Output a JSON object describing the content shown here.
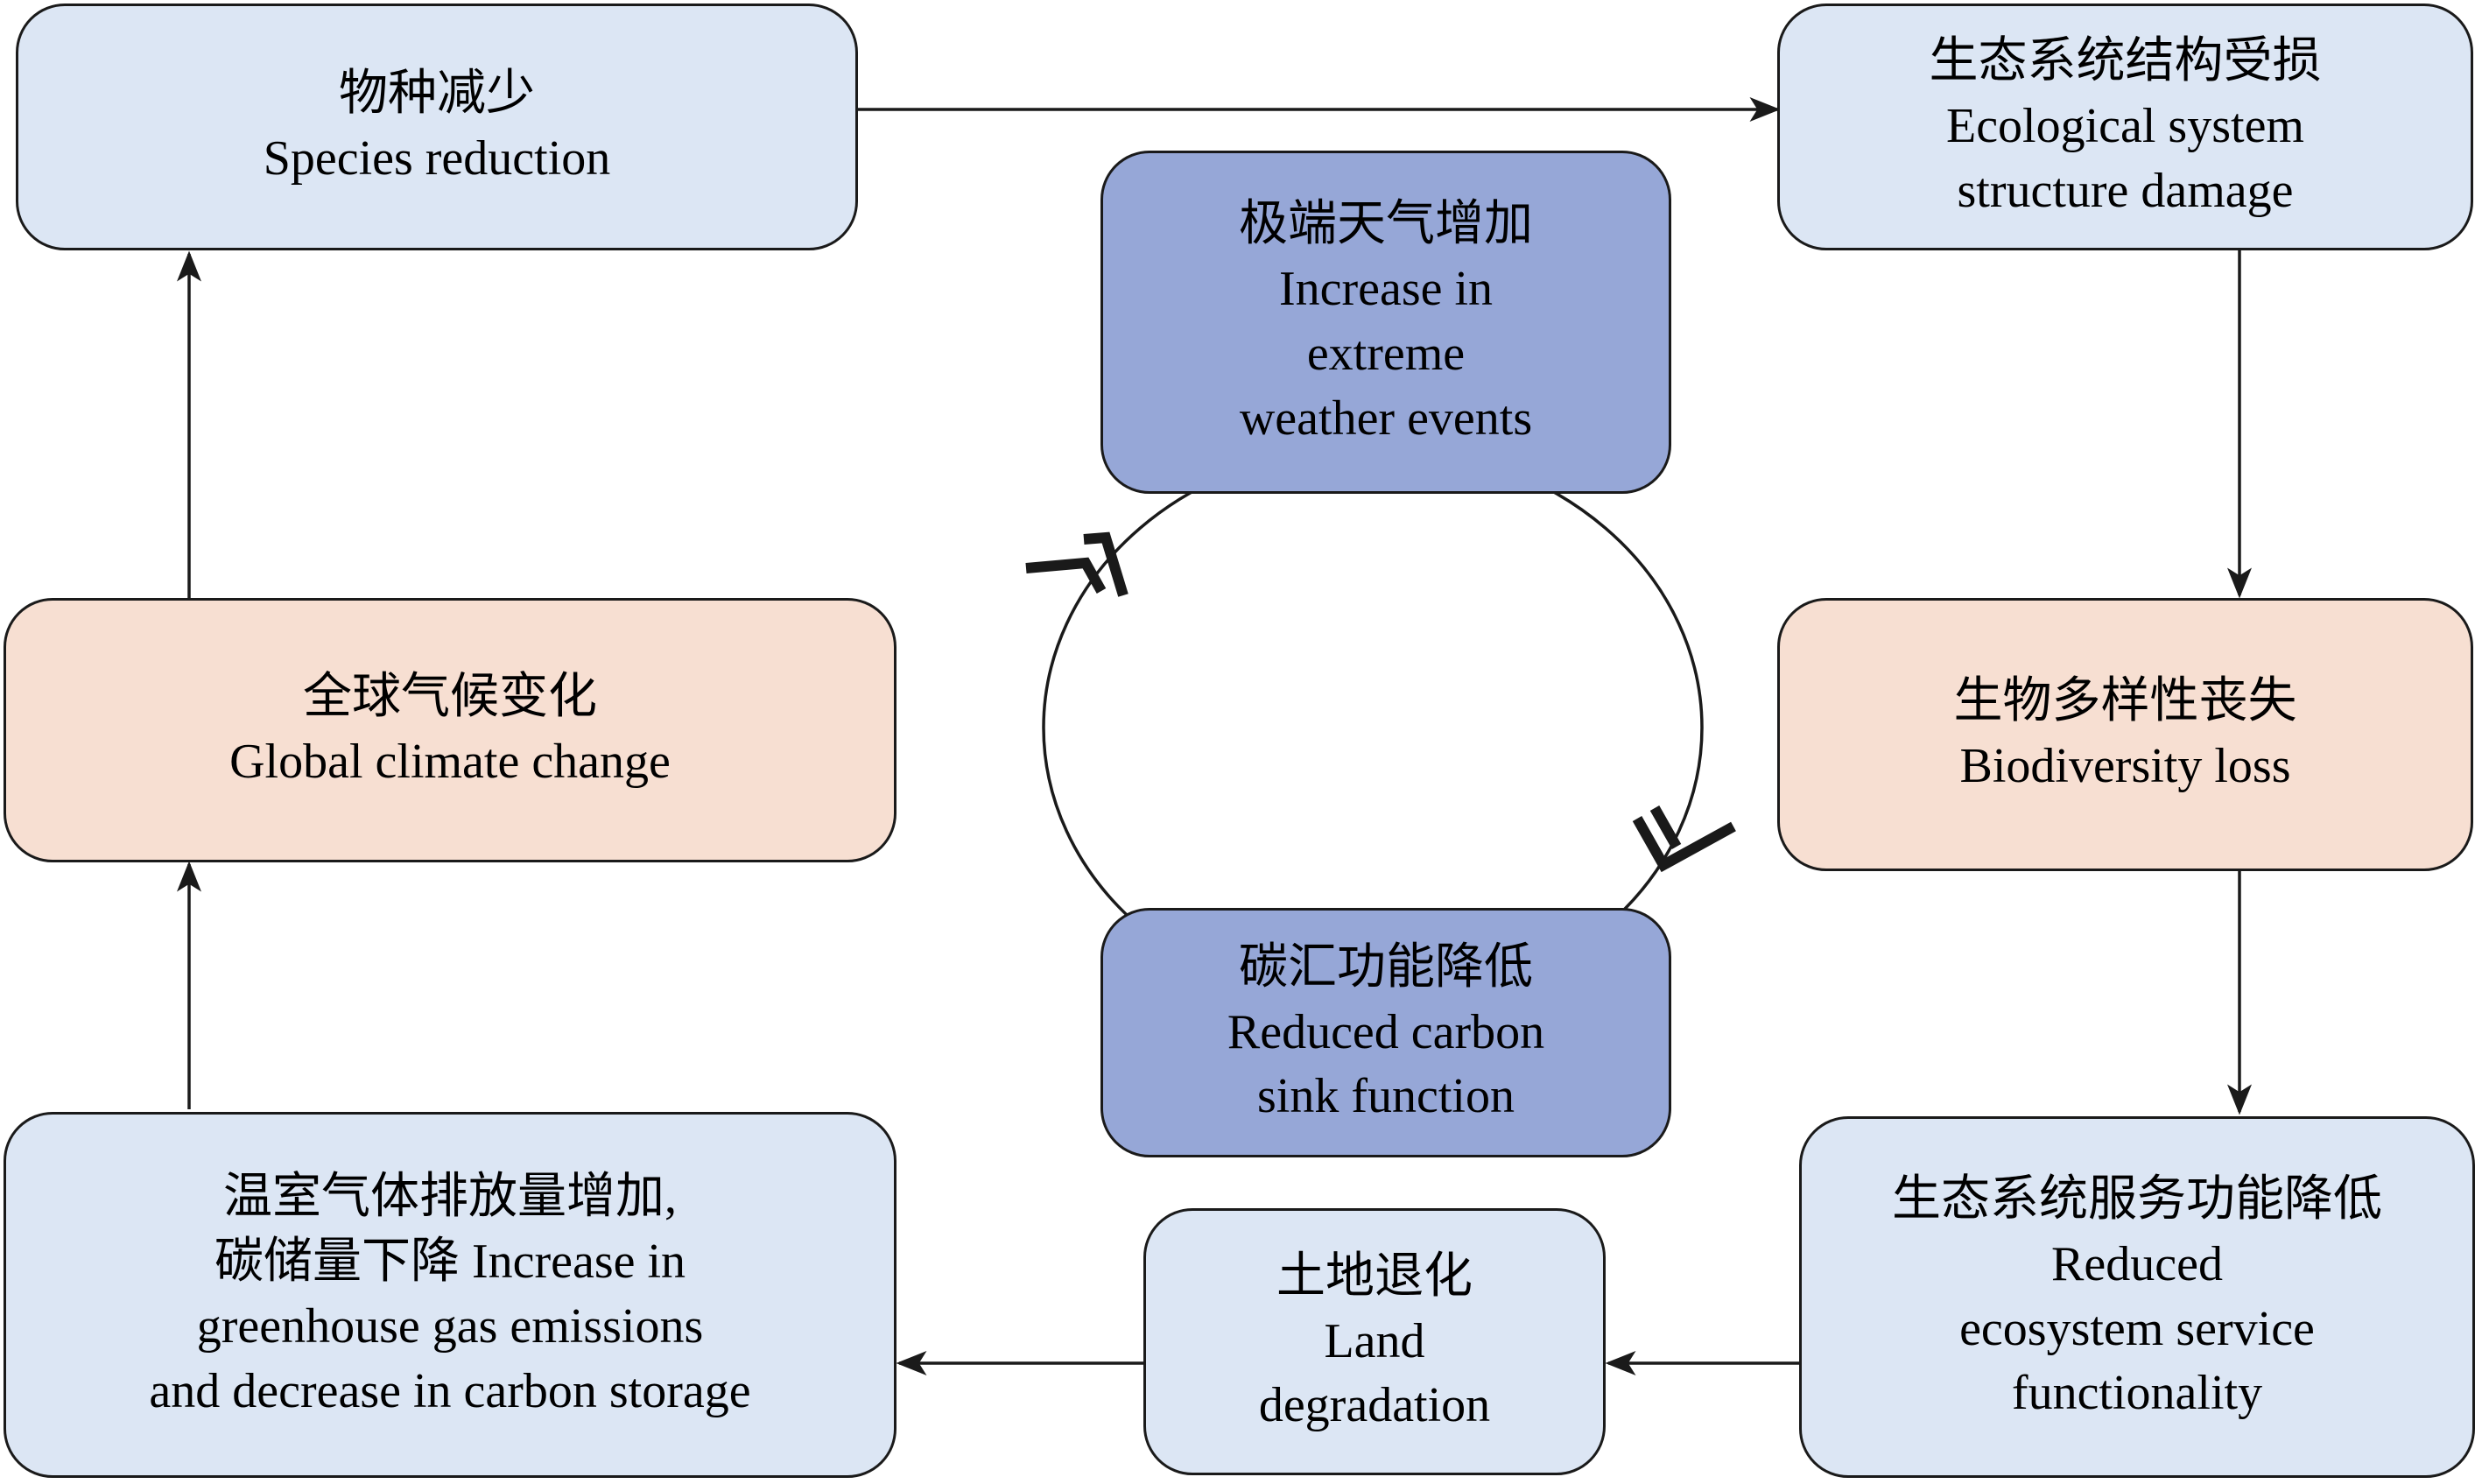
{
  "nodes": {
    "species": {
      "lines": [
        "物种减少",
        "Species reduction"
      ]
    },
    "structure": {
      "lines": [
        "生态系统结构受损",
        "Ecological system",
        "structure damage"
      ]
    },
    "biodiversity": {
      "lines": [
        "生物多样性丧失",
        "Biodiversity loss"
      ]
    },
    "service": {
      "lines": [
        "生态系统服务功能降低",
        "Reduced",
        "ecosystem service",
        "functionality"
      ]
    },
    "land": {
      "lines": [
        "土地退化",
        "Land",
        "degradation"
      ]
    },
    "ghg": {
      "lines": [
        "温室气体排放量增加,",
        "碳储量下降 Increase in",
        "greenhouse gas emissions",
        "and decrease in carbon storage"
      ]
    },
    "climate": {
      "lines": [
        "全球气候变化",
        "Global climate change"
      ]
    },
    "weather": {
      "lines": [
        "极端天气增加",
        "Increase in",
        "extreme",
        "weather events"
      ]
    },
    "carbon": {
      "lines": [
        "碳汇功能降低",
        "Reduced carbon",
        "sink function"
      ]
    }
  },
  "colors": {
    "node_fill_blue": "#dce6f4",
    "node_fill_peach": "#f7dfd2",
    "node_fill_purple": "#96a7d7",
    "stroke": "#1a1a1a"
  }
}
